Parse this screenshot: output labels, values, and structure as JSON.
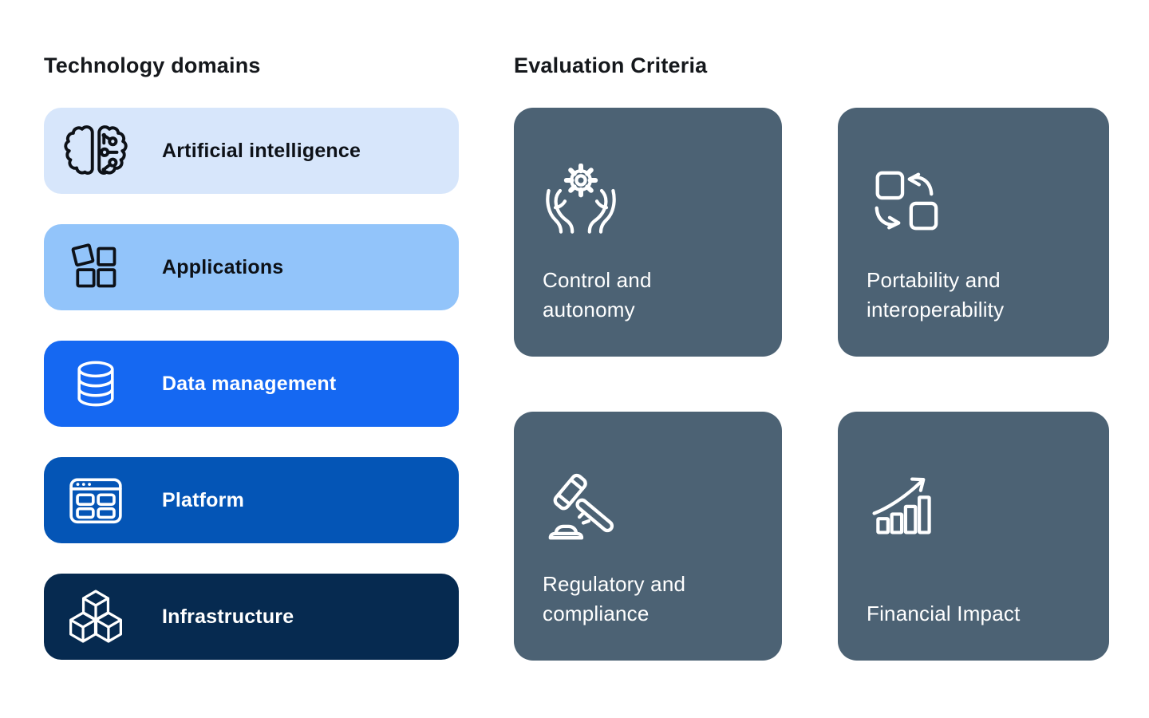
{
  "left_panel": {
    "title": "Technology domains",
    "items": [
      {
        "label": "Artificial intelligence",
        "icon": "brain-ai-icon",
        "bg": "#d7e6fb",
        "fg": "#0d1117"
      },
      {
        "label": "Applications",
        "icon": "app-squares-icon",
        "bg": "#92c4fa",
        "fg": "#0d1117"
      },
      {
        "label": "Data management",
        "icon": "database-icon",
        "bg": "#1568f2",
        "fg": "#ffffff"
      },
      {
        "label": "Platform",
        "icon": "browser-window-icon",
        "bg": "#0455b6",
        "fg": "#ffffff"
      },
      {
        "label": "Infrastructure",
        "icon": "cubes-icon",
        "bg": "#062a50",
        "fg": "#ffffff"
      }
    ]
  },
  "right_panel": {
    "title": "Evaluation Criteria",
    "card_bg": "#4c6274",
    "card_fg": "#ffffff",
    "cards": [
      {
        "label": "Control and autonomy",
        "icon": "hands-gear-icon"
      },
      {
        "label": "Portability and interoperability",
        "icon": "swap-squares-icon"
      },
      {
        "label": "Regulatory and compliance",
        "icon": "gavel-icon"
      },
      {
        "label": "Financial Impact",
        "icon": "growth-chart-icon"
      }
    ]
  }
}
